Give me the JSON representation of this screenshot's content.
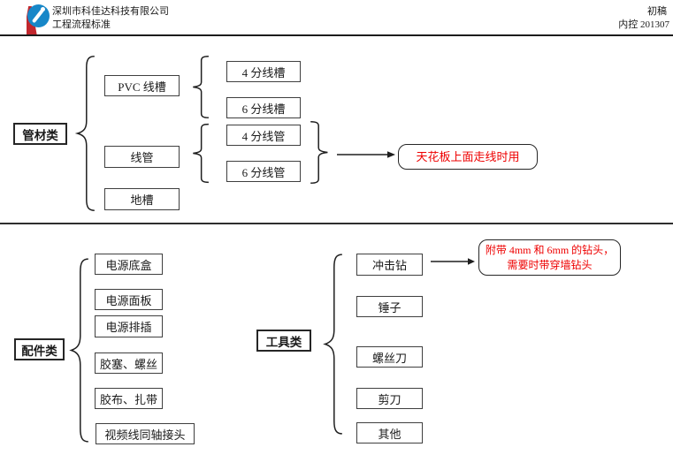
{
  "header": {
    "company": "深圳市科佳达科技有限公司",
    "doc_title": "工程流程标准",
    "draft": "初稿",
    "control": "内控 201307"
  },
  "colors": {
    "note_red": "#ee0000",
    "logo_red": "#c1272d",
    "logo_blue": "#1787c8",
    "box_border": "#3f3f3f"
  },
  "pipe": {
    "root": "管材类",
    "level2": [
      "PVC 线槽",
      "线管",
      "地槽"
    ],
    "level3": [
      "4 分线槽",
      "6 分线槽",
      "4 分线管",
      "6 分线管"
    ],
    "note": "天花板上面走线时用"
  },
  "accessories": {
    "root": "配件类",
    "items": [
      "电源底盒",
      "电源面板",
      "电源排插",
      "胶塞、螺丝",
      "胶布、扎带",
      "视频线同轴接头"
    ]
  },
  "tools": {
    "root": "工具类",
    "items": [
      "冲击钻",
      "锤子",
      "螺丝刀",
      "剪刀",
      "其他"
    ],
    "note_line1": "附带 4mm 和 6mm 的钻头，",
    "note_line2": "需要时带穿墙钻头"
  }
}
